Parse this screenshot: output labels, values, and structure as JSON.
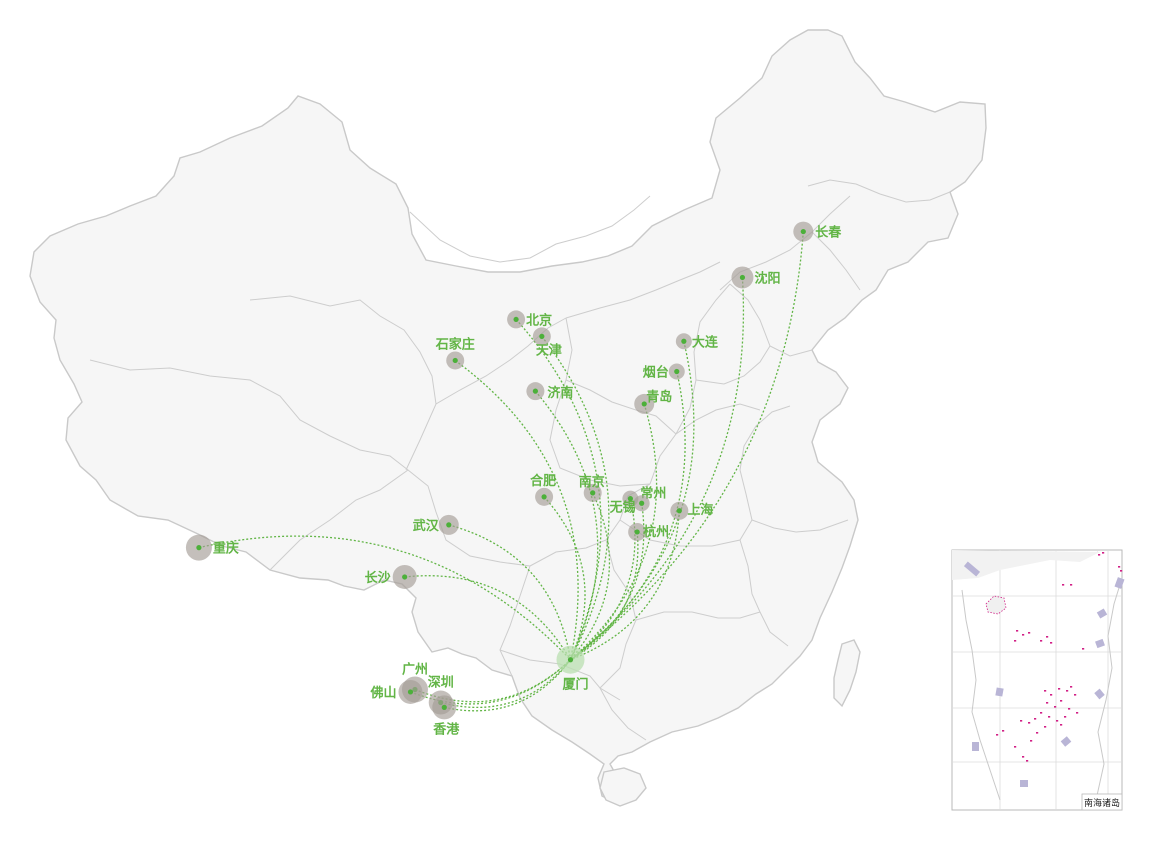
{
  "map": {
    "hub": {
      "id": "xiamen",
      "name": "厦门",
      "lon": 118.09,
      "lat": 24.48
    },
    "cities": [
      {
        "id": "changchun",
        "name": "长春",
        "lon": 125.32,
        "lat": 43.88
      },
      {
        "id": "shenyang",
        "name": "沈阳",
        "lon": 123.43,
        "lat": 41.8
      },
      {
        "id": "beijing",
        "name": "北京",
        "lon": 116.4,
        "lat": 39.9
      },
      {
        "id": "tianjin",
        "name": "天津",
        "lon": 117.2,
        "lat": 39.13
      },
      {
        "id": "dalian",
        "name": "大连",
        "lon": 121.61,
        "lat": 38.91
      },
      {
        "id": "shijiazhuang",
        "name": "石家庄",
        "lon": 114.51,
        "lat": 38.04
      },
      {
        "id": "yantai",
        "name": "烟台",
        "lon": 121.39,
        "lat": 37.54
      },
      {
        "id": "jinan",
        "name": "济南",
        "lon": 117.0,
        "lat": 36.65
      },
      {
        "id": "qingdao",
        "name": "青岛",
        "lon": 120.38,
        "lat": 36.07
      },
      {
        "id": "nanjing",
        "name": "南京",
        "lon": 118.78,
        "lat": 32.04
      },
      {
        "id": "changzhou",
        "name": "常州",
        "lon": 119.95,
        "lat": 31.78
      },
      {
        "id": "hefei",
        "name": "合肥",
        "lon": 117.27,
        "lat": 31.86
      },
      {
        "id": "wuxi",
        "name": "无锡",
        "lon": 120.3,
        "lat": 31.57
      },
      {
        "id": "shanghai",
        "name": "上海",
        "lon": 121.47,
        "lat": 31.23
      },
      {
        "id": "wuhan",
        "name": "武汉",
        "lon": 114.31,
        "lat": 30.59
      },
      {
        "id": "hangzhou",
        "name": "杭州",
        "lon": 120.16,
        "lat": 30.27
      },
      {
        "id": "chongqing",
        "name": "重庆",
        "lon": 106.55,
        "lat": 29.56
      },
      {
        "id": "changsha",
        "name": "长沙",
        "lon": 112.94,
        "lat": 28.23
      },
      {
        "id": "guangzhou",
        "name": "广州",
        "lon": 113.26,
        "lat": 23.13
      },
      {
        "id": "shenzhen",
        "name": "深圳",
        "lon": 114.06,
        "lat": 22.54
      },
      {
        "id": "foshan",
        "name": "佛山",
        "lon": 113.12,
        "lat": 23.02
      },
      {
        "id": "hongkong",
        "name": "香港",
        "lon": 114.17,
        "lat": 22.32
      }
    ]
  },
  "inset": {
    "label": "南海诸岛"
  },
  "colors": {
    "route": "#62b546",
    "label": "#62b546",
    "dot": "#4cb03a",
    "halo": "#a49c96",
    "hub_halo": "#b9dfb0",
    "land": "#f6f6f6",
    "border": "#c9c9c9",
    "islands": "#d11f86"
  }
}
